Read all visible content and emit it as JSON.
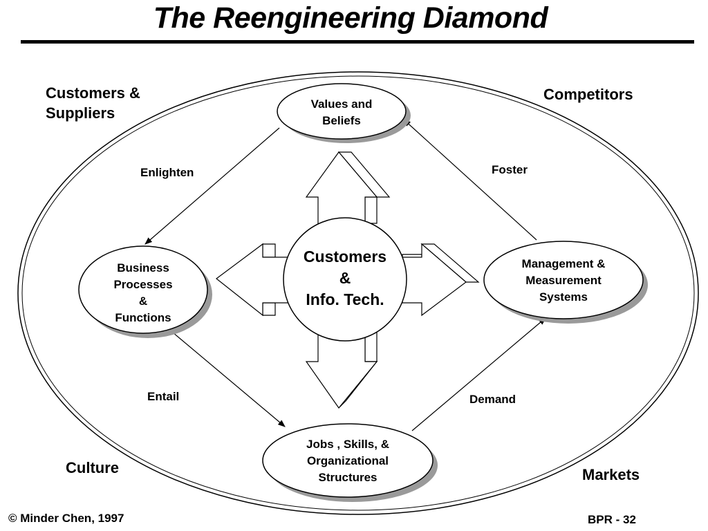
{
  "title": "The Reengineering Diamond",
  "corners": {
    "customers_suppliers": "Customers &\nSuppliers",
    "competitors": "Competitors",
    "culture": "Culture",
    "markets": "Markets"
  },
  "nodes": {
    "values": "Values and\nBeliefs",
    "business": "Business\nProcesses\n&\nFunctions",
    "management": "Management &\nMeasurement\nSystems",
    "jobs": "Jobs , Skills, &\nOrganizational\nStructures",
    "center": "Customers\n&\nInfo. Tech."
  },
  "edges": {
    "enlighten": "Enlighten",
    "foster": "Foster",
    "entail": "Entail",
    "demand": "Demand"
  },
  "footer": {
    "copyright": "© Minder Chen, 1997",
    "page": "BPR - 32"
  }
}
